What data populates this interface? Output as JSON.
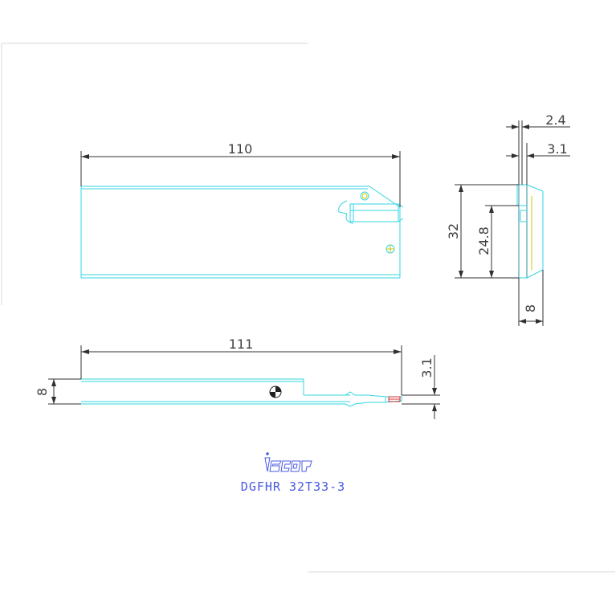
{
  "dimensions": {
    "top_view_length": "110",
    "side_view_length": "111",
    "side_view_height": "8",
    "side_view_offset": "3.1",
    "end_view_width_a": "2.4",
    "end_view_width_b": "3.1",
    "end_view_height": "32",
    "end_view_inner_height": "24.8",
    "end_view_bottom": "8"
  },
  "title_block": {
    "brand": "iscar",
    "part_number": "DGFHR 32T33-3"
  },
  "colors": {
    "outline": "#33d6e0",
    "dimension": "#303030",
    "title": "#4a5ae0"
  }
}
